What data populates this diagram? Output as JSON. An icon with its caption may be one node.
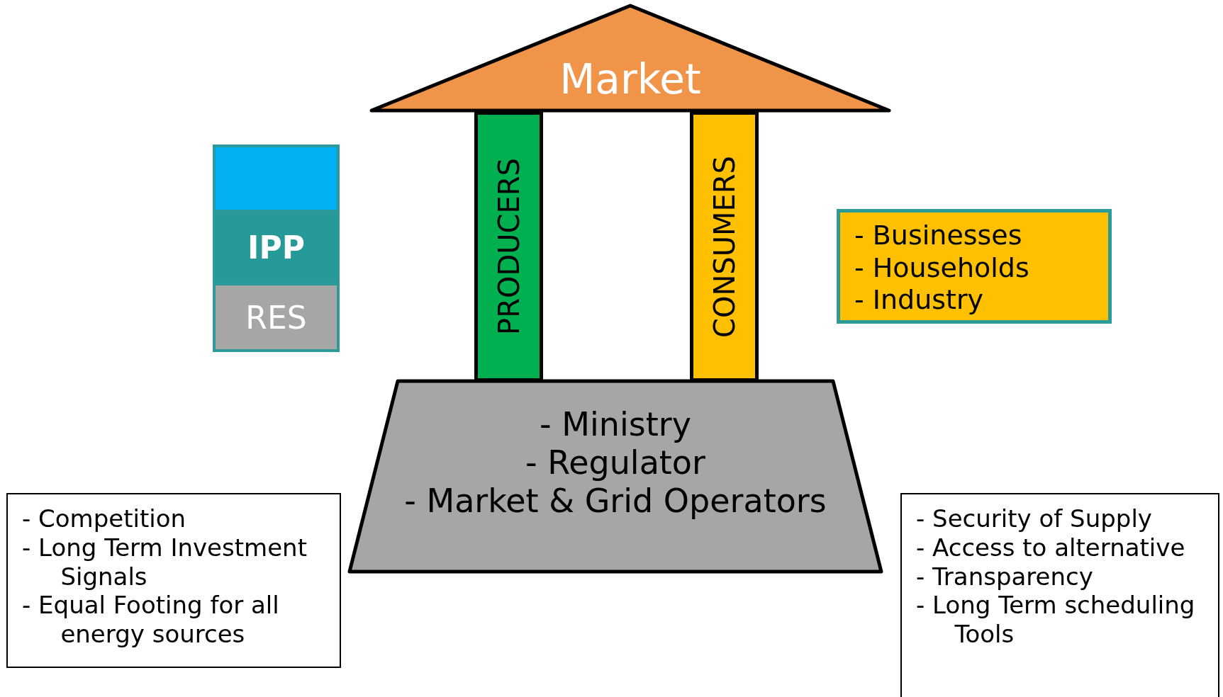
{
  "diagram": {
    "nodes": [
      {
        "text": [
          "Market"
        ]
      },
      {
        "text": [],
        "shape": "box"
      },
      {
        "text": [
          "IPP"
        ]
      },
      {
        "text": [
          "RES"
        ]
      },
      {
        "text": [
          "PRODUCERS"
        ]
      },
      {
        "text": [
          "CONSUMERS"
        ]
      },
      {
        "text": [
          "- Businesses",
          "- Households",
          "- Industry"
        ]
      },
      {
        "text": [
          "- Ministry",
          "- Regulator",
          "- Market & Grid Operators"
        ]
      },
      {
        "text": [
          "- Competition",
          "- Long Term Investment Signals",
          "- Equal Footing for all energy sources"
        ]
      },
      {
        "text": [
          "- Security of Supply",
          "- Access to alternative",
          "- Transparency",
          "- Long Term scheduling Tools"
        ]
      }
    ],
    "edges": []
  }
}
